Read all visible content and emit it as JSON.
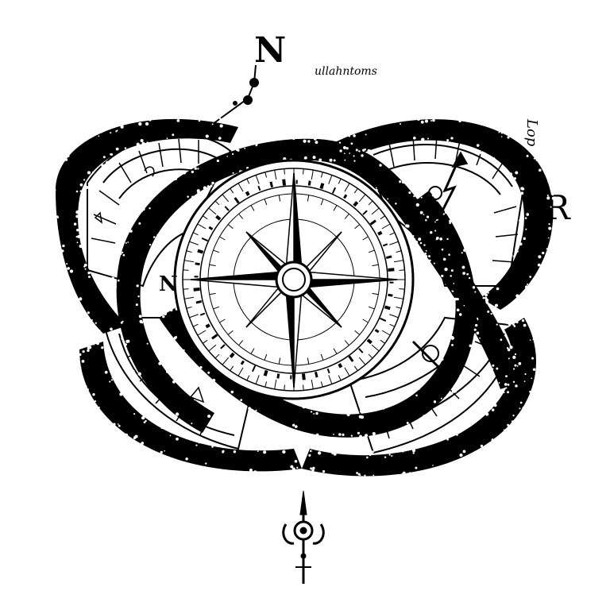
{
  "illustration": {
    "style": "black ink tattoo line art",
    "colors": {
      "ink": "#000000",
      "paper": "#ffffff"
    },
    "letters": {
      "north_top": "N",
      "right": "R",
      "west_inner": "N"
    },
    "script_scribble": "ullahntoms",
    "vertical_script": "Lop"
  }
}
